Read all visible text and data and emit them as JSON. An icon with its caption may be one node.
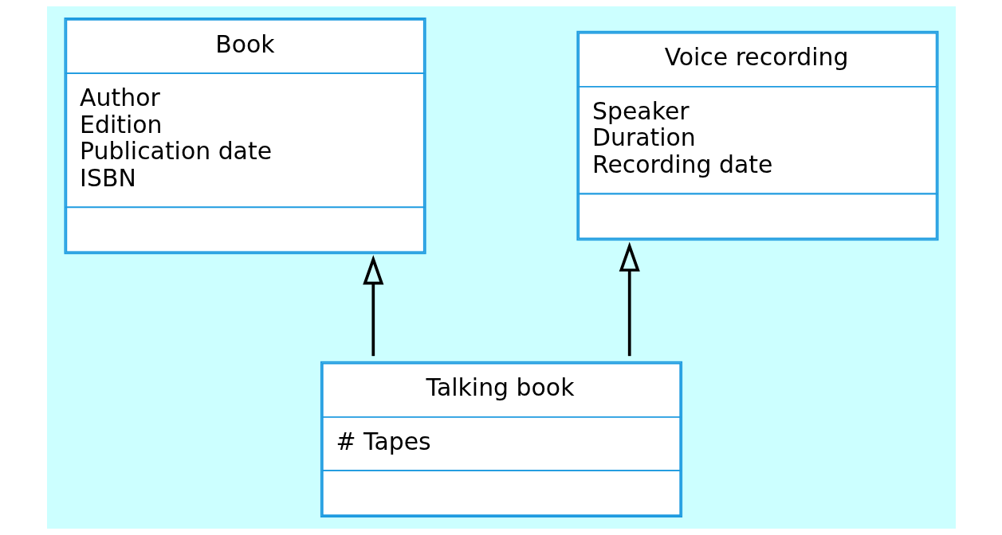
{
  "diagram": {
    "nodes": [
      {
        "text": [
          "Book",
          "Author",
          "Edition",
          "Publication date",
          "ISBN"
        ]
      },
      {
        "text": [
          "Voice recording",
          "Speaker",
          "Duration",
          "Recording date"
        ]
      },
      {
        "text": [
          "Talking book",
          "# Tapes"
        ]
      }
    ],
    "edges": [
      {
        "from": 2,
        "to": 0,
        "arrow": "to"
      },
      {
        "from": 2,
        "to": 1,
        "arrow": "to"
      }
    ]
  }
}
